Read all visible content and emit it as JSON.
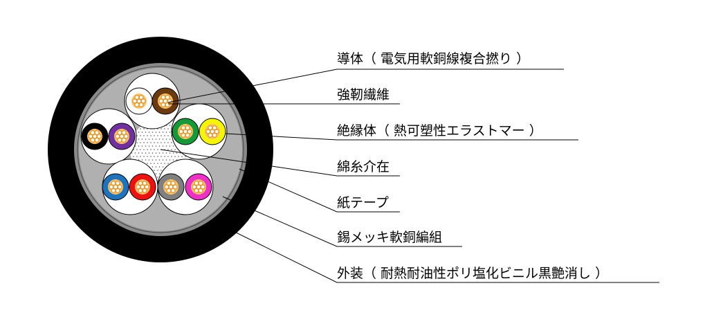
{
  "labels": [
    {
      "id": "conductor",
      "text": "導体（ 電気用軟銅線複合撚り ）"
    },
    {
      "id": "fiber",
      "text": "強靭繊維"
    },
    {
      "id": "insulation",
      "text": "絶縁体（ 熱可塑性エラストマー ）"
    },
    {
      "id": "filler",
      "text": "綿糸介在"
    },
    {
      "id": "tape",
      "text": "紙テープ"
    },
    {
      "id": "braid",
      "text": "錫メッキ軟銅編組"
    },
    {
      "id": "sheath",
      "text": "外装（ 耐熱耐油性ポリ塩化ビニル黒艶消し ）"
    }
  ],
  "colors": {
    "sheath": "#000000",
    "braid": "#8a8a8a",
    "tape": "#b0b0b0",
    "conductor_fill": "#ffc46a",
    "conductor_strand": "#e79a2c",
    "cores": [
      "#ffffff",
      "#6b3a0e",
      "#000000",
      "#7030a0",
      "#159a3a",
      "#f5f500",
      "#1e73be",
      "#ee1111",
      "#808080",
      "#ee2fc8"
    ]
  }
}
